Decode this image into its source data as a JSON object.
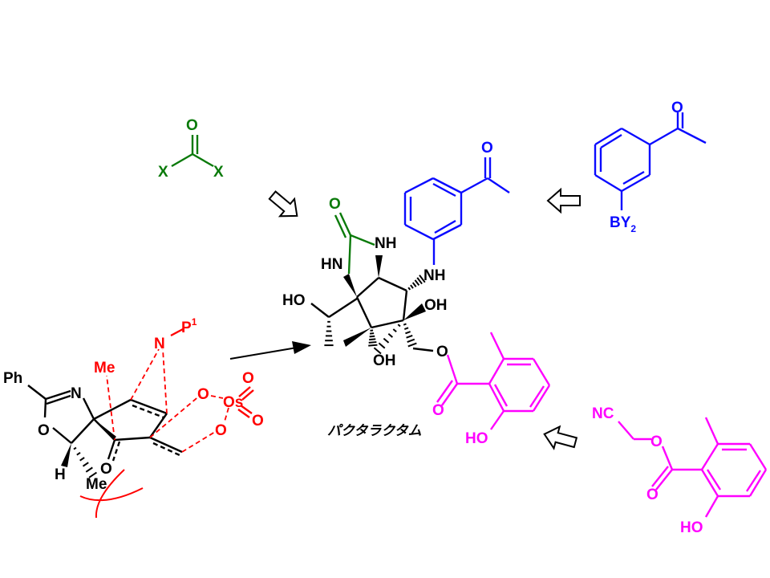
{
  "colors": {
    "black": "#000000",
    "green": "#0a7a0a",
    "blue": "#0a0aff",
    "magenta": "#ff00ff",
    "red": "#ff0000"
  },
  "target": {
    "name": "パクタラクタム",
    "labels": {
      "urea_o": "O",
      "nh_top": "NH",
      "hn_left": "HN",
      "aryl_nh": "NH",
      "oh_right": "OH",
      "oh_bottom": "OH",
      "ho_left": "HO",
      "acetyl_o": "O",
      "ester_o": "O",
      "carbonyl_o": "O",
      "phenol_ho": "HO"
    }
  },
  "fragment_carbonyl": {
    "o": "O",
    "x_left": "X",
    "x_right": "X"
  },
  "fragment_boron": {
    "o": "O",
    "label": "BY",
    "sub": "2"
  },
  "fragment_ester": {
    "nc": "NC",
    "o_ether": "O",
    "o_carbonyl": "O",
    "ho": "HO"
  },
  "intermediate": {
    "ph": "Ph",
    "n": "N",
    "o_ring": "O",
    "h": "H",
    "me_bottom": "Me",
    "o_ketone": "O",
    "me_red": "Me",
    "n_red": "N",
    "p": "P",
    "p_sup": "1",
    "os": "Os",
    "os_o1": "O",
    "os_o2": "O",
    "os_o3": "O",
    "os_o4": "O"
  }
}
